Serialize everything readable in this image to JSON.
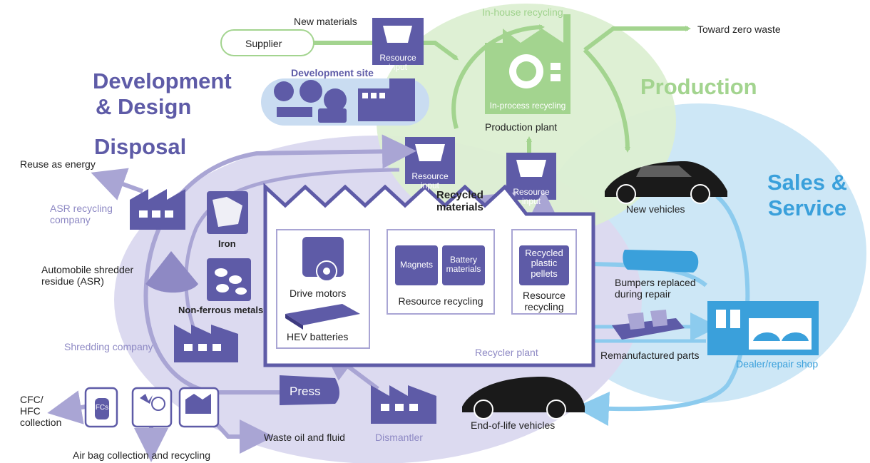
{
  "labels": {
    "development_design_1": "Development",
    "development_design_2": "& Design",
    "production": "Production",
    "sales_service_1": "Sales &",
    "sales_service_2": "Service",
    "disposal": "Disposal",
    "in_house_recycling": "In-house recycling",
    "toward_zero_waste": "Toward zero waste",
    "new_materials": "New materials",
    "supplier": "Supplier",
    "resource_input": "Resource input",
    "development_site": "Development site",
    "in_process_recycling": "In-process recycling",
    "production_plant": "Production plant",
    "reuse_as_energy": "Reuse as energy",
    "asr_recycling_company_1": "ASR recycling",
    "asr_recycling_company_2": "company",
    "recycled_materials_1": "Recycled",
    "recycled_materials_2": "materials",
    "new_vehicles": "New vehicles",
    "iron": "Iron",
    "asr_1": "Automobile shredder",
    "asr_2": "residue (ASR)",
    "non_ferrous_metals": "Non-ferrous metals",
    "drive_motors": "Drive motors",
    "magnets": "Magnets",
    "battery_materials_1": "Battery",
    "battery_materials_2": "materials",
    "resource_recycling": "Resource recycling",
    "recycled_plastic_1": "Recycled",
    "recycled_plastic_2": "plastic",
    "recycled_plastic_3": "pellets",
    "resource_recycling_2a": "Resource",
    "resource_recycling_2b": "recycling",
    "bumpers_1": "Bumpers replaced",
    "bumpers_2": "during repair",
    "hev_batteries": "HEV batteries",
    "shredding_company": "Shredding company",
    "recycler_plant": "Recycler plant",
    "remanufactured_parts": "Remanufactured parts",
    "dealer_repair_shop": "Dealer/repair shop",
    "press": "Press",
    "cfc_1": "CFC/",
    "cfc_2": "HFC",
    "cfc_3": "collection",
    "fcs": "FCs",
    "waste_oil": "Waste oil and fluid",
    "dismantler": "Dismantler",
    "end_of_life": "End-of-life vehicles",
    "air_bag": "Air bag collection and recycling"
  },
  "colors": {
    "purple_dark": "#5e5ba7",
    "purple_mid": "#8e89c4",
    "purple_light": "#dcdaf0",
    "green_light": "#dcefd2",
    "green_arrow": "#a3d48f",
    "blue_light": "#cde7f6",
    "blue_arrow": "#8ccbee",
    "blue_text": "#3aa0db"
  }
}
